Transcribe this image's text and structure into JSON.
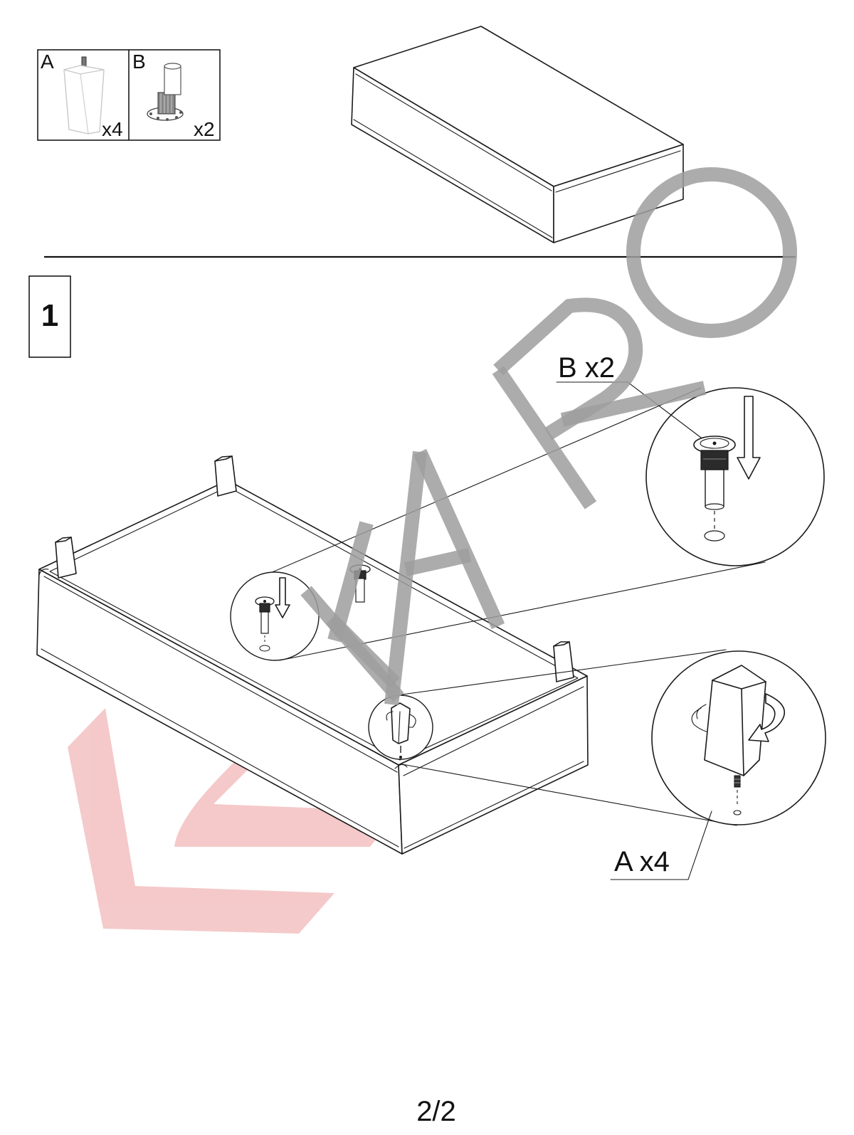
{
  "parts": [
    {
      "letter": "A",
      "qty": "x4",
      "icon": "wooden-leg-icon"
    },
    {
      "letter": "B",
      "qty": "x2",
      "icon": "glide-foot-icon"
    }
  ],
  "step_number": "1",
  "callouts": {
    "glide": "B x2",
    "leg": "A x4"
  },
  "watermark": {
    "text": "KARO",
    "gray_color": "#9e9e9e",
    "red_color": "#f2b8b8"
  },
  "page_number": "2/2"
}
